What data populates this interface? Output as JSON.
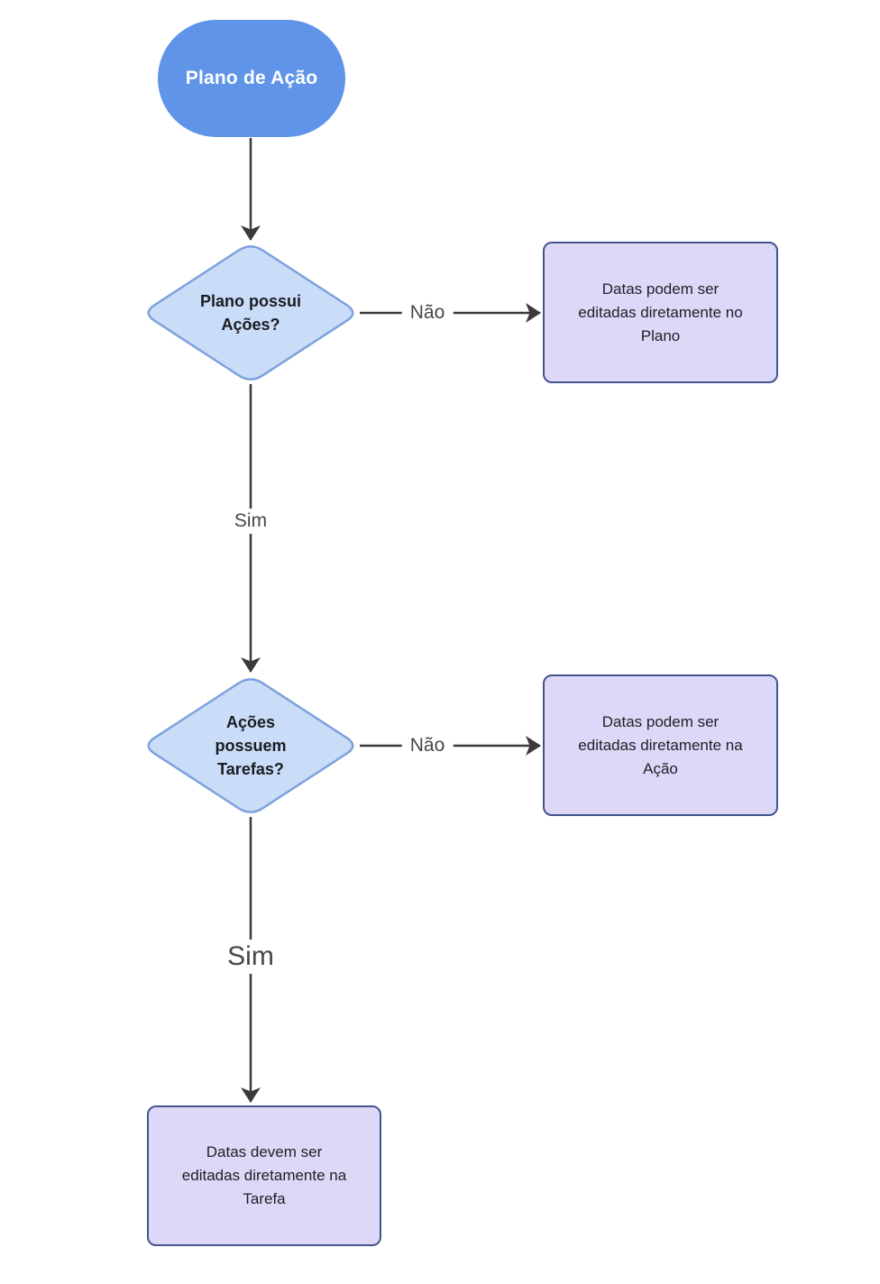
{
  "flowchart": {
    "start": {
      "label": "Plano de Ação"
    },
    "decision_plan_has_actions": {
      "lines": [
        "Plano possui",
        "Ações?"
      ]
    },
    "decision_actions_have_tasks": {
      "lines": [
        "Ações",
        "possuem",
        "Tarefas?"
      ]
    },
    "outcome_edit_in_plan": {
      "lines": [
        "Datas podem ser",
        "editadas diretamente no",
        "Plano"
      ]
    },
    "outcome_edit_in_action": {
      "lines": [
        "Datas podem ser",
        "editadas diretamente na",
        "Ação"
      ]
    },
    "outcome_edit_in_task": {
      "lines": [
        "Datas devem ser",
        "editadas diretamente na",
        "Tarefa"
      ]
    },
    "edge_labels": {
      "no_1": "Não",
      "yes_1": "Sim",
      "no_2": "Não",
      "yes_2": "Sim"
    },
    "colors": {
      "start_fill": "#6094E9",
      "start_text": "#FFFFFF",
      "decision_fill": "#C9DDF8",
      "decision_border": "#7CA2DC",
      "outcome_fill": "#DDD8F7",
      "outcome_border": "#42558E",
      "connector": "#3A3A3A",
      "edge_label_text": "#44474C",
      "node_text": "#1B1C21",
      "background": "#FFFFFF"
    }
  }
}
